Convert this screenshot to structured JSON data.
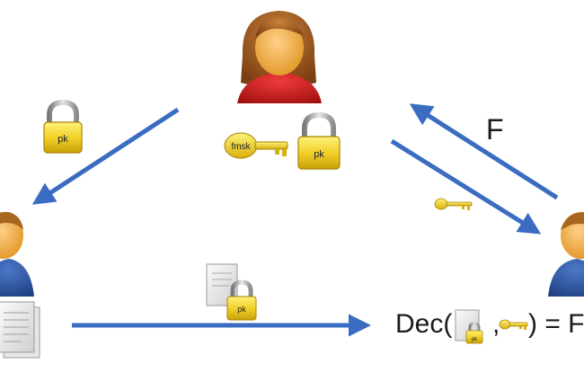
{
  "diagram": {
    "arrow_color": "#3a6cc1",
    "labels": {
      "forward_function": "F",
      "dec_prefix": "Dec(",
      "dec_comma": ",",
      "dec_suffix": ") = F"
    },
    "lock_labels": {
      "left_lock": "pk",
      "center_lock": "pk",
      "message_lock": "pk",
      "dec_lock": "pk"
    },
    "key_labels": {
      "master_key": "fmsk"
    },
    "actors": [
      "alice-user-icon",
      "left-user-icon",
      "right-user-icon"
    ]
  }
}
